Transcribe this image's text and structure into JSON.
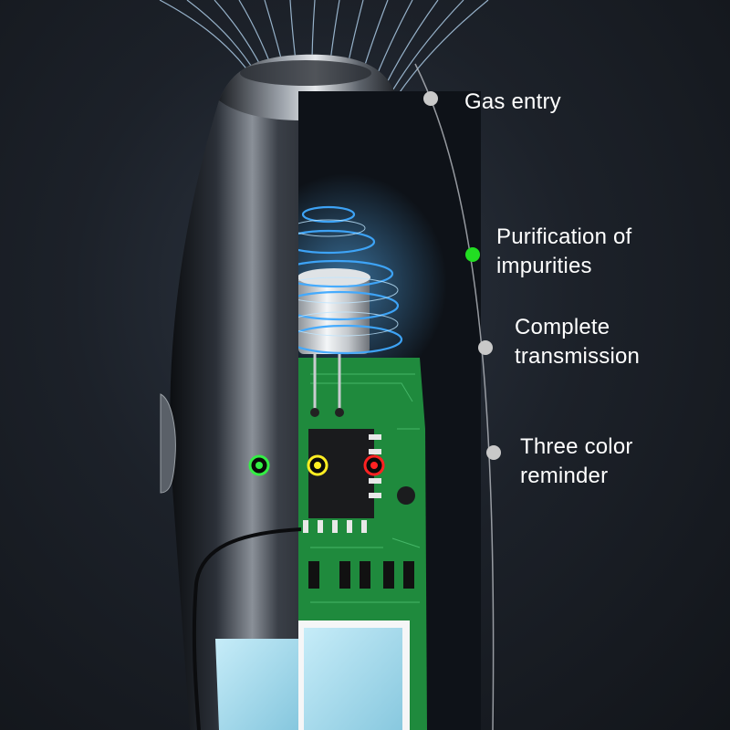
{
  "features": [
    {
      "id": "gas-entry",
      "lines": [
        "Gas entry"
      ],
      "dot_color": "#c9c9c9"
    },
    {
      "id": "purification",
      "lines": [
        "Purification of",
        "impurities"
      ],
      "dot_color": "#22dd22"
    },
    {
      "id": "transmission",
      "lines": [
        "Complete",
        "transmission"
      ],
      "dot_color": "#c9c9c9"
    },
    {
      "id": "three-color",
      "lines": [
        "Three color",
        "reminder"
      ],
      "dot_color": "#c9c9c9"
    }
  ],
  "indicator_leds": [
    {
      "name": "green",
      "color": "#33ee44"
    },
    {
      "name": "yellow",
      "color": "#ffee22"
    },
    {
      "name": "red",
      "color": "#ff2222"
    }
  ],
  "colors": {
    "background": "#1a1e24",
    "pcb": "#1f8a3d",
    "airflow": "#bfe2ff",
    "swirl": "#3fa9ff",
    "screen": "#a9dcef"
  }
}
